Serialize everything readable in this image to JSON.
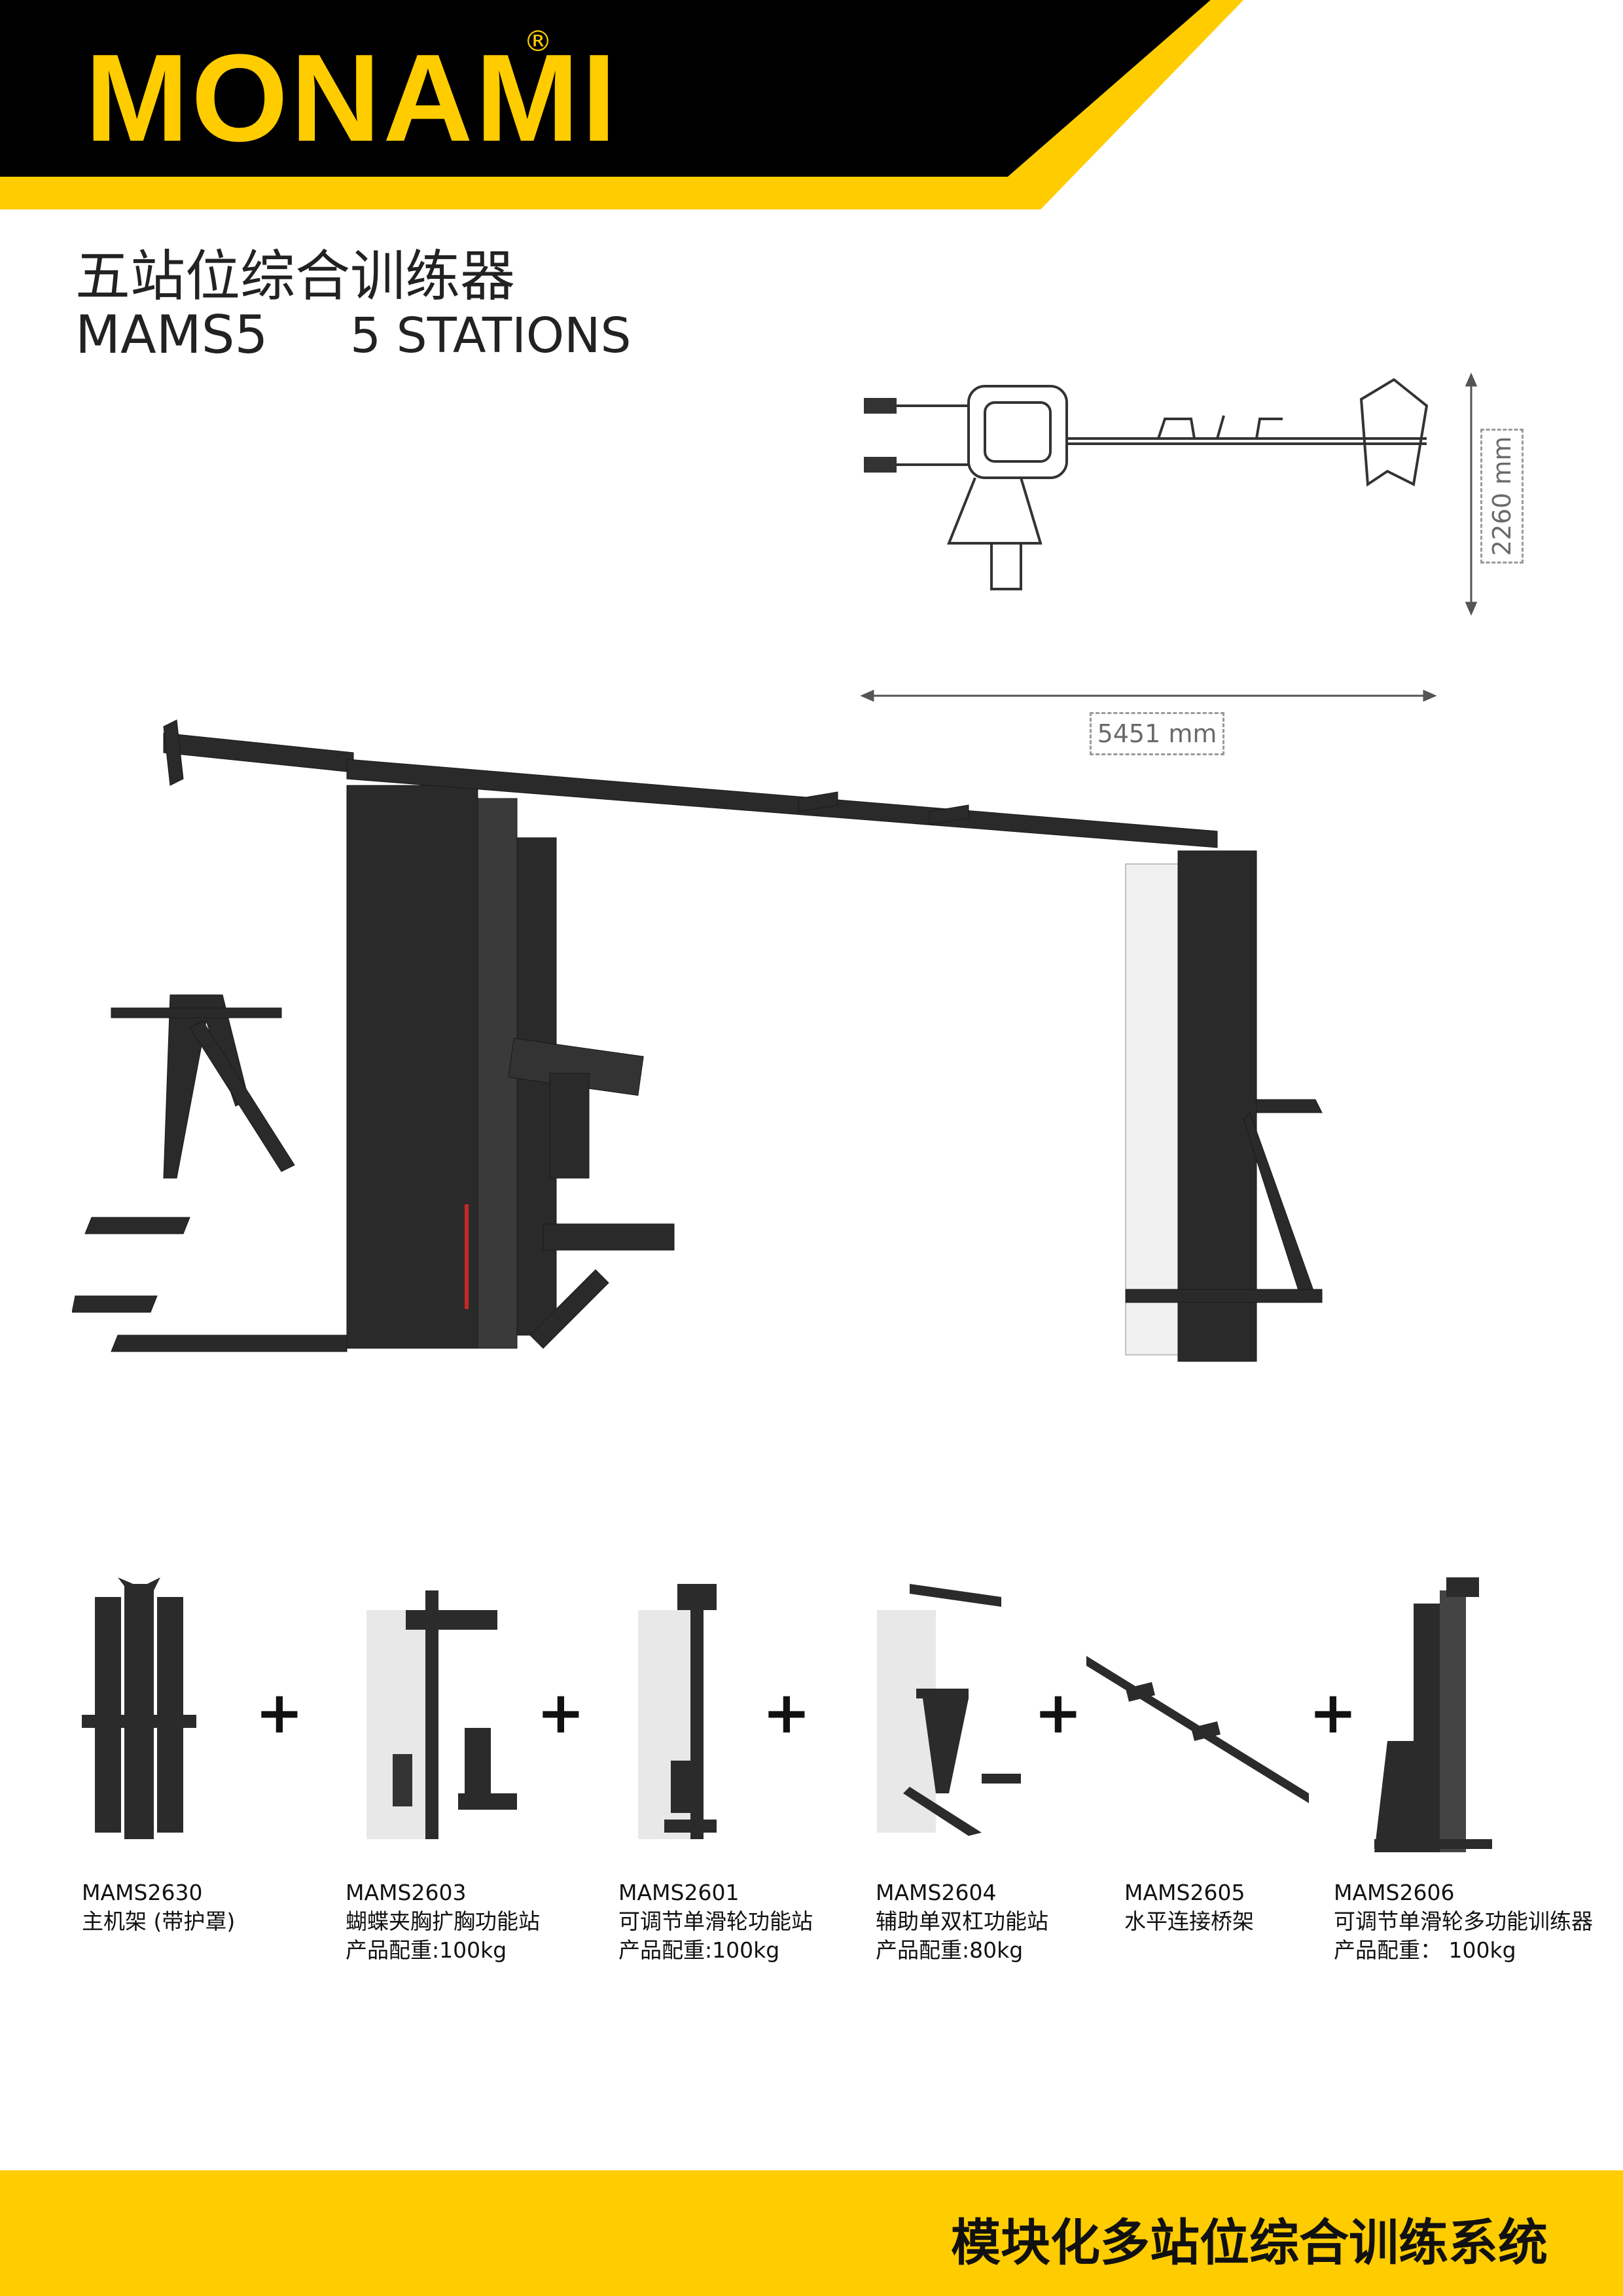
{
  "brand": {
    "logo_text": "MONAMI",
    "registered_mark": "®",
    "brand_yellow": "#ffcc00",
    "header_black": "#000000"
  },
  "product": {
    "title_cn": "五站位综合训练器",
    "model": "MAMS5",
    "stations": "5 STATIONS"
  },
  "dimensions": {
    "width": "2260 mm",
    "depth": "5451 mm"
  },
  "components": [
    {
      "code": "MAMS2630",
      "name": "主机架 (带护罩)",
      "weight": ""
    },
    {
      "code": "MAMS2603",
      "name": "蝴蝶夹胸扩胸功能站",
      "weight": "产品配重:100kg"
    },
    {
      "code": "MAMS2601",
      "name": "可调节单滑轮功能站",
      "weight": "产品配重:100kg"
    },
    {
      "code": "MAMS2604",
      "name": "辅助单双杠功能站",
      "weight": "产品配重:80kg"
    },
    {
      "code": "MAMS2605",
      "name": "水平连接桥架",
      "weight": ""
    },
    {
      "code": "MAMS2606",
      "name": "可调节单滑轮多功能训练器",
      "weight": "产品配重： 100kg"
    }
  ],
  "plus_sign": "+",
  "footer": {
    "tagline": "模块化多站位综合训练系统"
  }
}
